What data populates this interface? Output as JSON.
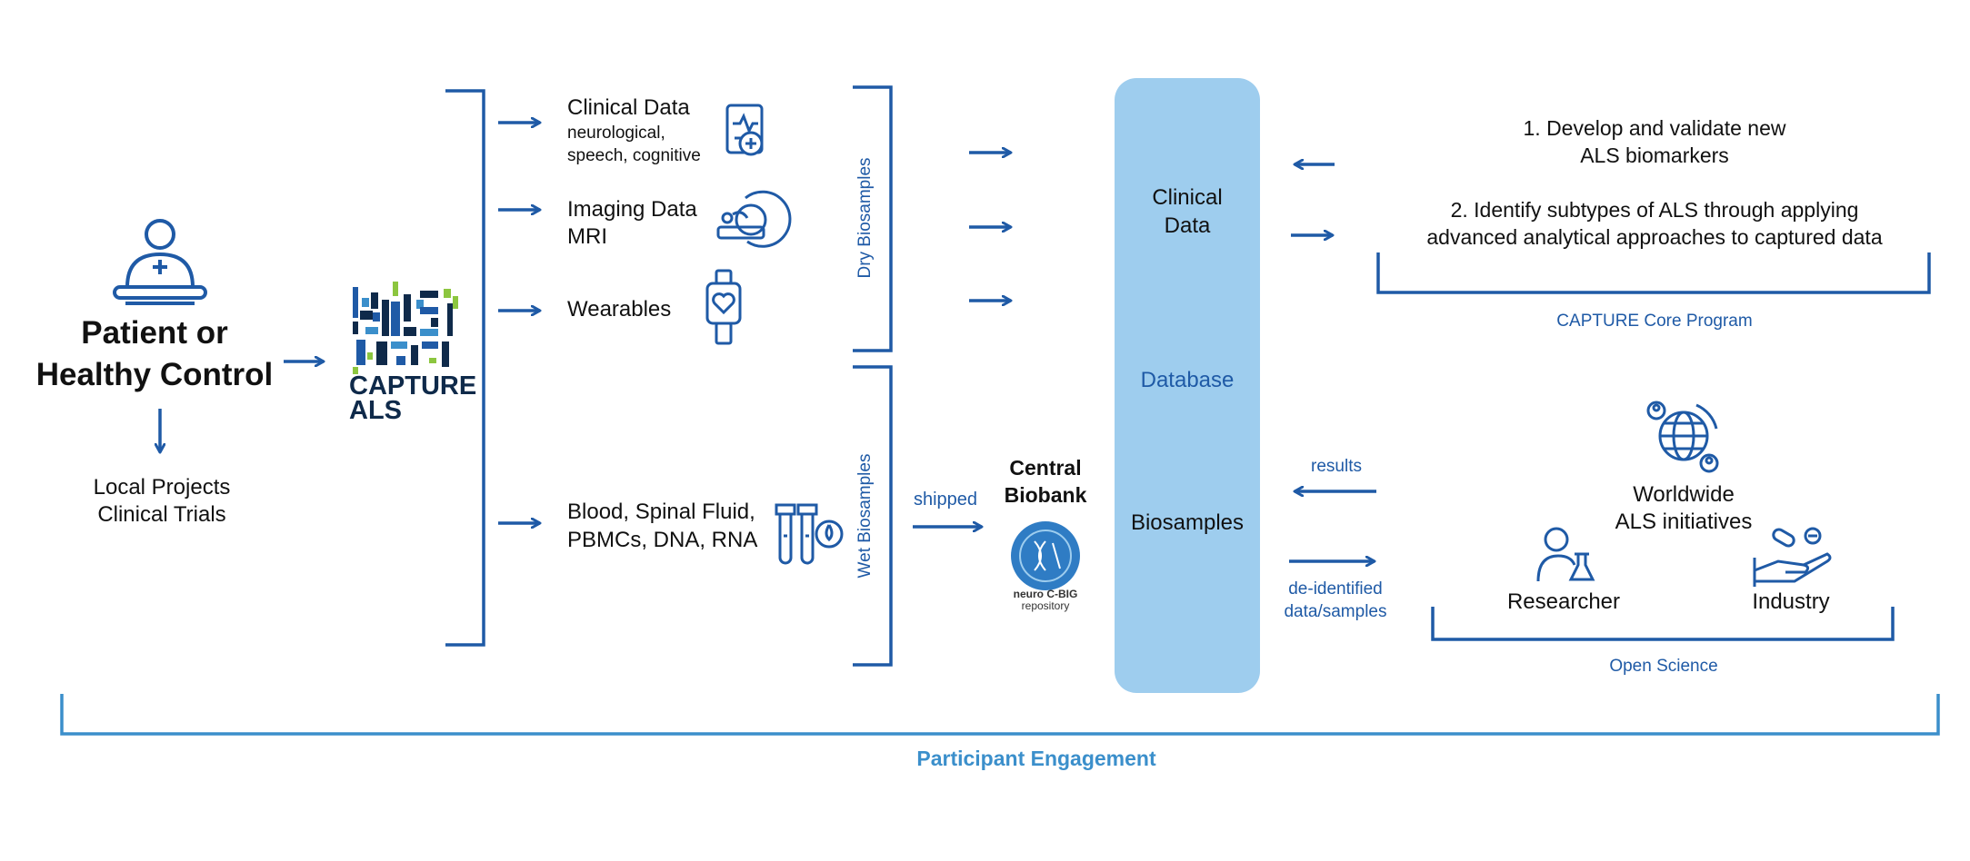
{
  "patient": {
    "title_line1": "Patient or",
    "title_line2": "Healthy Control"
  },
  "local": {
    "line1": "Local Projects",
    "line2": "Clinical Trials"
  },
  "logo": {
    "line1": "CAPTURE",
    "line2": "ALS"
  },
  "inputs": {
    "clinical_title": "Clinical Data",
    "clinical_sub1": "neurological,",
    "clinical_sub2": "speech, cognitive",
    "imaging_title": "Imaging Data",
    "imaging_sub": "MRI",
    "wearables": "Wearables",
    "bio_line1": "Blood, Spinal Fluid,",
    "bio_line2": "PBMCs, DNA, RNA"
  },
  "brackets": {
    "dry": "Dry Biosamples",
    "wet": "Wet Biosamples"
  },
  "shipped": "shipped",
  "biobank": {
    "line1": "Central",
    "line2": "Biobank",
    "logo_name": "neuro C-BIG",
    "logo_sub": "repository"
  },
  "database": {
    "clinical_line1": "Clinical",
    "clinical_line2": "Data",
    "label": "Database",
    "biosamples": "Biosamples"
  },
  "core": {
    "item1_line1": "1. Develop and validate new",
    "item1_line2": "ALS biomarkers",
    "item2_line1": "2.  Identify subtypes of ALS through applying",
    "item2_line2": "advanced analytical approaches to captured data",
    "label": "CAPTURE Core Program"
  },
  "results": "results",
  "deidentified": {
    "line1": "de-identified",
    "line2": "data/samples"
  },
  "open": {
    "worldwide_line1": "Worldwide",
    "worldwide_line2": "ALS initiatives",
    "researcher": "Researcher",
    "industry": "Industry",
    "label": "Open Science"
  },
  "engagement": "Participant Engagement",
  "colors": {
    "dark_blue": "#1f5aa6",
    "light_blue": "#3b8fcb",
    "db_fill": "#9ecdee",
    "logo_green": "#8cc63f",
    "logo_navy": "#0f2a4a"
  }
}
